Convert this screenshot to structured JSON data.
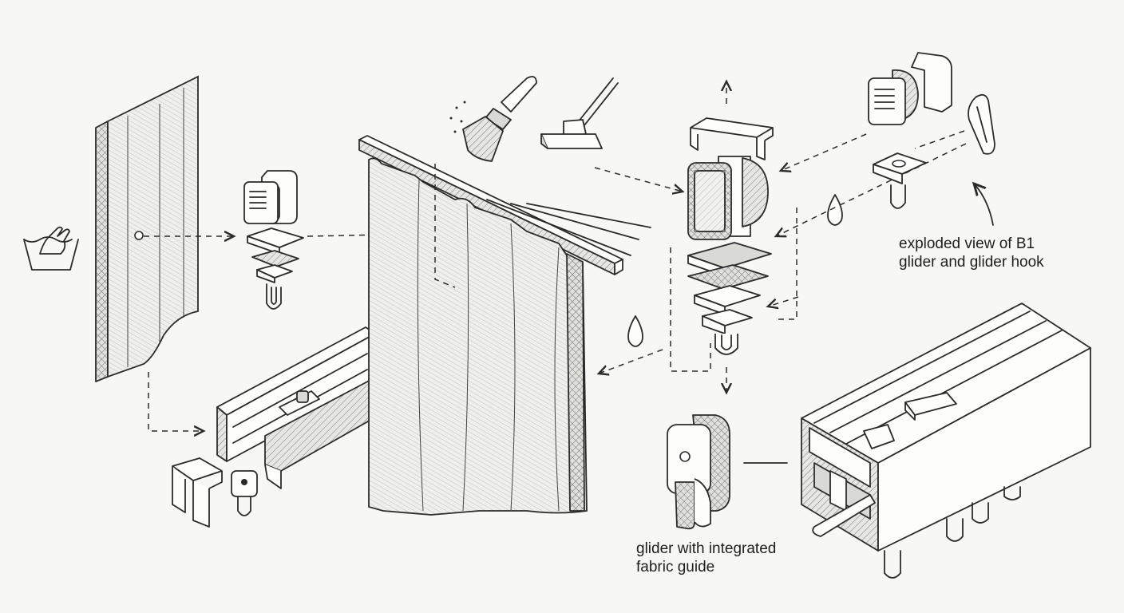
{
  "labels": {
    "exploded_view": [
      "exploded view of B1",
      "glider and glider hook"
    ],
    "integrated_guide": [
      "glider with integrated",
      "fabric guide"
    ]
  },
  "icons": [
    "hand-wash-icon",
    "brush-icon",
    "vacuum-nozzle-icon",
    "water-drop-icon",
    "arrow-icon"
  ],
  "colors": {
    "ink": "#2b2b2b",
    "paper": "#f7f7f5",
    "shade": "#d9d9d6"
  }
}
